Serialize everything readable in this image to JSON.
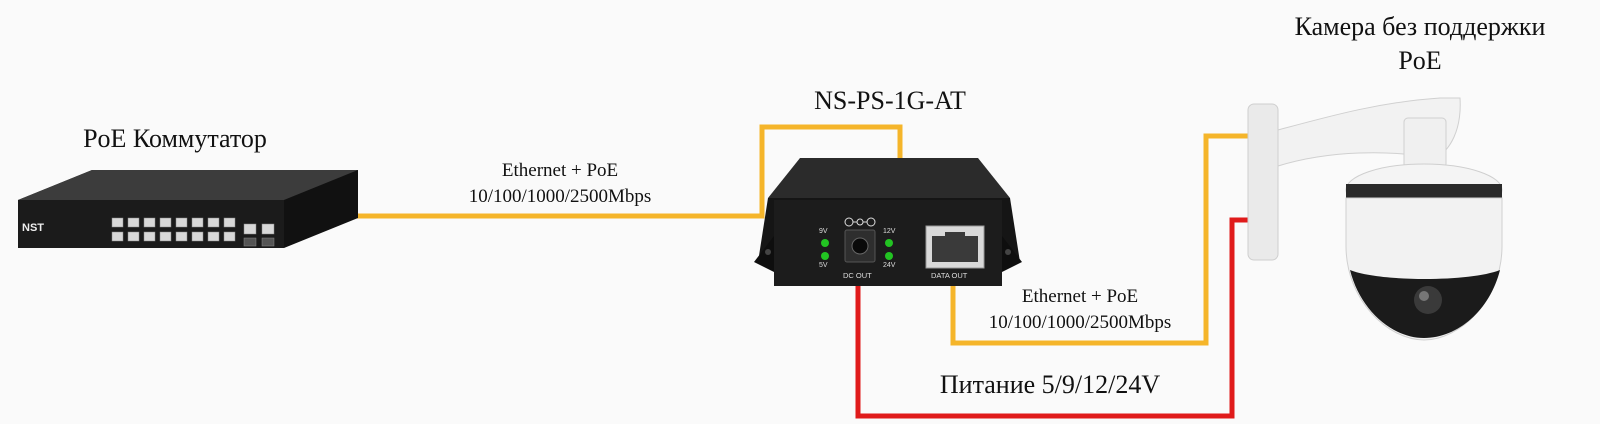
{
  "labels": {
    "switch": "PoE Коммутатор",
    "splitter": "NS-PS-1G-AT",
    "camera_line1": "Камера без поддержки",
    "camera_line2": "PoE",
    "ethernet1_line1": "Ethernet + PoE",
    "ethernet1_line2": "10/100/1000/2500Mbps",
    "ethernet2_line1": "Ethernet + PoE",
    "ethernet2_line2": "10/100/1000/2500Mbps",
    "power": "Питание 5/9/12/24V"
  },
  "device": {
    "brand": "NST",
    "voltages_left": [
      "9V",
      "5V"
    ],
    "voltages_right": [
      "12V",
      "24V"
    ],
    "dc_out": "DC OUT",
    "data_out": "DATA OUT"
  },
  "colors": {
    "ethernet_cable": "#f5b52a",
    "power_cable": "#e01b1b",
    "device_body": "#1c1c1c",
    "led_green": "#22c322"
  }
}
